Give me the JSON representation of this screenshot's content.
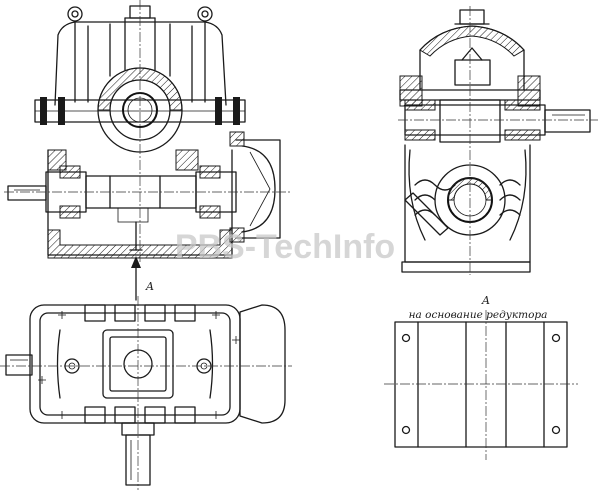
{
  "watermark": "PBS-TechInfo",
  "labels": {
    "view_arrow": "A",
    "view_a_title": "A",
    "view_a_caption": "на основание редуктора"
  },
  "colors": {
    "line": "#1a1a1a",
    "background": "#ffffff",
    "watermark": "#c9c9c9"
  }
}
